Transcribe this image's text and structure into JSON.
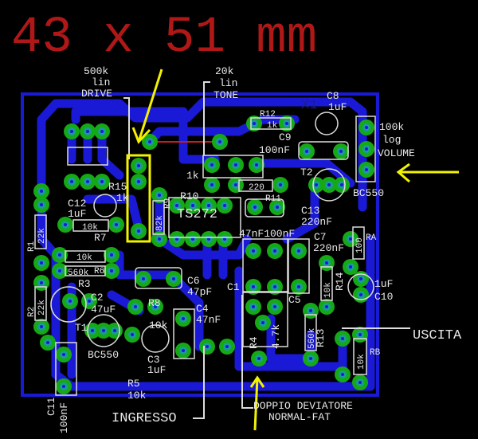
{
  "title": "43 x 51 mm",
  "colors": {
    "title": "#b01818",
    "trace": "#1a1ad6",
    "pad": "#16a916",
    "silk": "#dcdcdc",
    "highlight": "#f2f200"
  },
  "pots": {
    "drive": {
      "value": "500k",
      "taper": "lin",
      "name": "DRIVE"
    },
    "tone": {
      "value": "20k",
      "taper": "lin",
      "name": "TONE"
    },
    "volume": {
      "value": "100k",
      "taper": "log",
      "name": "VOLUME"
    }
  },
  "components": {
    "x1": "X1",
    "c8": "C8",
    "c8_val": "1uF",
    "r12": "R12",
    "r12_val": "1k",
    "c9": "C9",
    "c9_val": "100nF",
    "t2": "T2",
    "t2_val": "BC550",
    "r10_val": "1k",
    "r10": "R10",
    "r15": "R15",
    "r15_val": "1k",
    "c12": "C12",
    "c12_val": "1uF",
    "r11_val": "220",
    "r11": "R11",
    "c13": "C13",
    "c13_val": "220nF",
    "c1_c_vals": "47nF100nF",
    "c7": "C7",
    "c7_val": "220nF",
    "ra": "RA",
    "ra_val": "100",
    "ic": "TS272",
    "r9_val": "82k",
    "r9": "R9",
    "r1": "R1",
    "r1_val": "22k",
    "r7": "R7",
    "r7_val": "10k",
    "r6": "R6",
    "r6_val": "10k",
    "r3": "R3",
    "r3_val": "560k",
    "c2": "C2",
    "c2_val": "47uF",
    "r2": "R2",
    "r2_val": "22k",
    "t1": "T1",
    "t1_val": "BC550",
    "c6": "C6",
    "c6_val": "47pF",
    "c1": "C1",
    "c5": "C5",
    "r8": "R8",
    "r8_val": "10k",
    "c4": "C4",
    "c4_val": "47nF",
    "c3": "C3",
    "c3_val": "1uF",
    "r5": "R5",
    "r5_val": "10k",
    "r4": "R4",
    "r4_val": "4.7k",
    "r14": "R14",
    "r14_val": "10k",
    "c10": "C10",
    "c10_val": "1uF",
    "r13": "R13",
    "r13_val": "560k",
    "rb": "RB",
    "rb_val": "10k",
    "c11": "C11",
    "c11_val": "100nF"
  },
  "annotations": {
    "output": "USCITA",
    "input": "INGRESSO",
    "switch_line1": "DOPPIO DEVIATORE",
    "switch_line2": "NORMAL-FAT"
  }
}
